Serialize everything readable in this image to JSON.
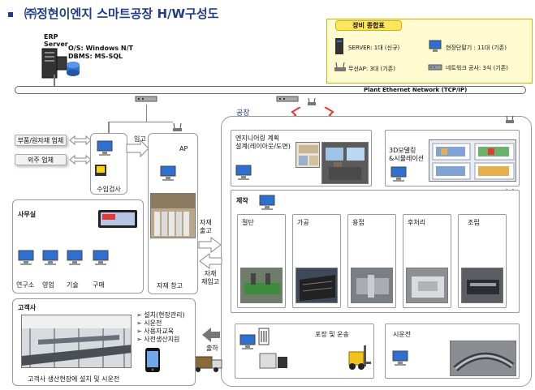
{
  "title": "㈜정현이엔지 스마트공장 H/W구성도",
  "erp": {
    "label": "ERP\nServer",
    "os": "O/S: Windows N/T",
    "dbms": "DBMS: MS-SQL"
  },
  "network_label": "Plant Ethernet Network (TCP/IP)",
  "equipment": {
    "title": "장비 종합표",
    "server": "SERVER: 1대 (신규)",
    "terminal": "현장단말기 : 11대 (기존)",
    "ap": "무선AP: 3대 (기존)",
    "network_work": "네트워크 공사: 3식 (기존)"
  },
  "factory_label": "공장",
  "suppliers": {
    "parts": "부품/원자재 업체",
    "outsourcing": "외주 업체"
  },
  "incoming": {
    "label": "입고",
    "inspection": "수입검사"
  },
  "ap_label": "AP",
  "office": {
    "title": "사무실",
    "depts": [
      "연구소",
      "영업",
      "기술",
      "구매"
    ]
  },
  "warehouse": {
    "label": "자재 창고",
    "out": "자재\n출고",
    "return": "자재\n재입고"
  },
  "engineering": {
    "label": "엔지니어링 계획\n설계(레이아웃/도면)"
  },
  "modeling": {
    "label": "3D모델링\n&시뮬레이션"
  },
  "production": {
    "title": "제작",
    "steps": [
      "절단",
      "가공",
      "용접",
      "후처리",
      "조립"
    ]
  },
  "packing": {
    "label": "포장 및 운송"
  },
  "trial": {
    "label": "시운전"
  },
  "shipping": {
    "label": "출하"
  },
  "customer": {
    "title": "고객사",
    "items": [
      "설치(현장관리)",
      "시운전",
      "사용자교육",
      "사전생산지원"
    ],
    "caption": "고객사 생산현장에 설치 및 시운전"
  }
}
